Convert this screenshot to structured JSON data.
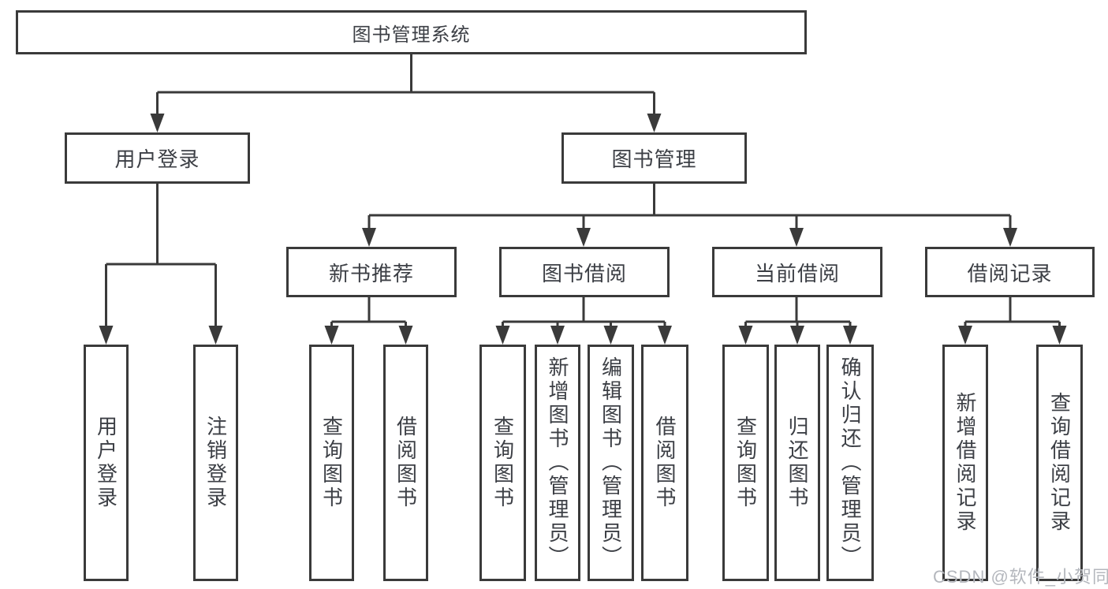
{
  "colors": {
    "line": "#3a3a3a",
    "text": "#3c3f45",
    "background": "#ffffff",
    "watermark": "#b4b7bd"
  },
  "watermark": {
    "text": "CSDN @软件_小贺同学"
  },
  "tree": {
    "label": "图书管理系统",
    "children": [
      {
        "label": "用户登录",
        "children": [
          {
            "label": "用户登录"
          },
          {
            "label": "注销登录"
          }
        ]
      },
      {
        "label": "图书管理",
        "children": [
          {
            "label": "新书推荐",
            "children": [
              {
                "label": "查询图书"
              },
              {
                "label": "借阅图书"
              }
            ]
          },
          {
            "label": "图书借阅",
            "children": [
              {
                "label": "查询图书"
              },
              {
                "label": "新增图书（管理员）"
              },
              {
                "label": "编辑图书（管理员）"
              },
              {
                "label": "借阅图书"
              }
            ]
          },
          {
            "label": "当前借阅",
            "children": [
              {
                "label": "查询图书"
              },
              {
                "label": "归还图书"
              },
              {
                "label": "确认归还（管理员）"
              }
            ]
          },
          {
            "label": "借阅记录",
            "children": [
              {
                "label": "新增借阅记录"
              },
              {
                "label": "查询借阅记录"
              }
            ]
          }
        ]
      }
    ]
  }
}
